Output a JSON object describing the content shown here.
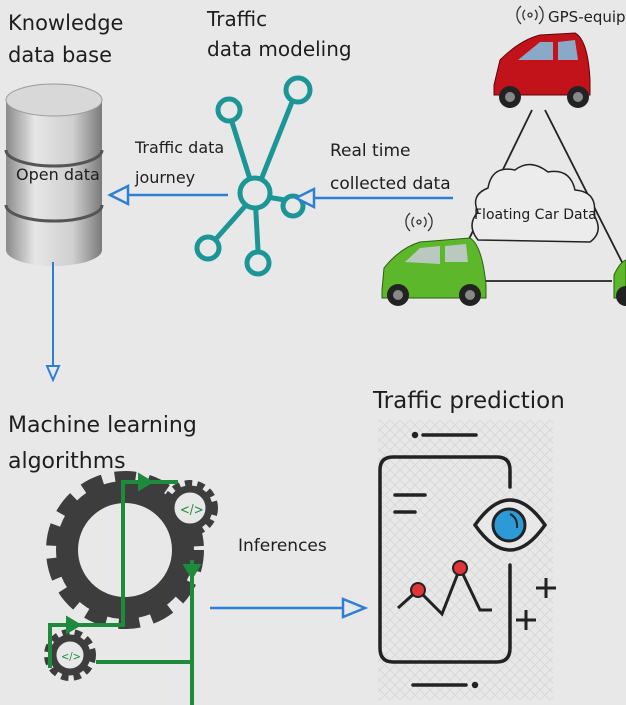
{
  "labels": {
    "knowledge_line1": "Knowledge",
    "knowledge_line2": "data base",
    "open_data": "Open data",
    "modeling_line1": "Traffic",
    "modeling_line2": "data modeling",
    "journey_line1": "Traffic data",
    "journey_line2": "journey",
    "realtime_line1": "Real time",
    "realtime_line2": "collected data",
    "gps": "GPS-equip",
    "floating": "Floating Car Data",
    "ml_line1": "Machine learning",
    "ml_line2": "algorithms",
    "inferences": "Inferences",
    "prediction": "Traffic prediction",
    "code_glyph": "</>"
  },
  "colors": {
    "background": "#e8e8e8",
    "teal": "#1b9595",
    "arrow_blue": "#2d7fd6",
    "gear": "#3d3d3d",
    "green_line": "#1e8a3c",
    "car_red": "#c2121a",
    "car_green": "#5cb82a",
    "eye_blue": "#2b9ad6",
    "point_red": "#e0343a"
  },
  "icons": [
    "database-icon",
    "network-hub-icon",
    "car-icon",
    "signal-icon",
    "cloud-icon",
    "gear-icon",
    "phone-icon",
    "eye-icon",
    "line-chart-icon",
    "plus-icon"
  ]
}
